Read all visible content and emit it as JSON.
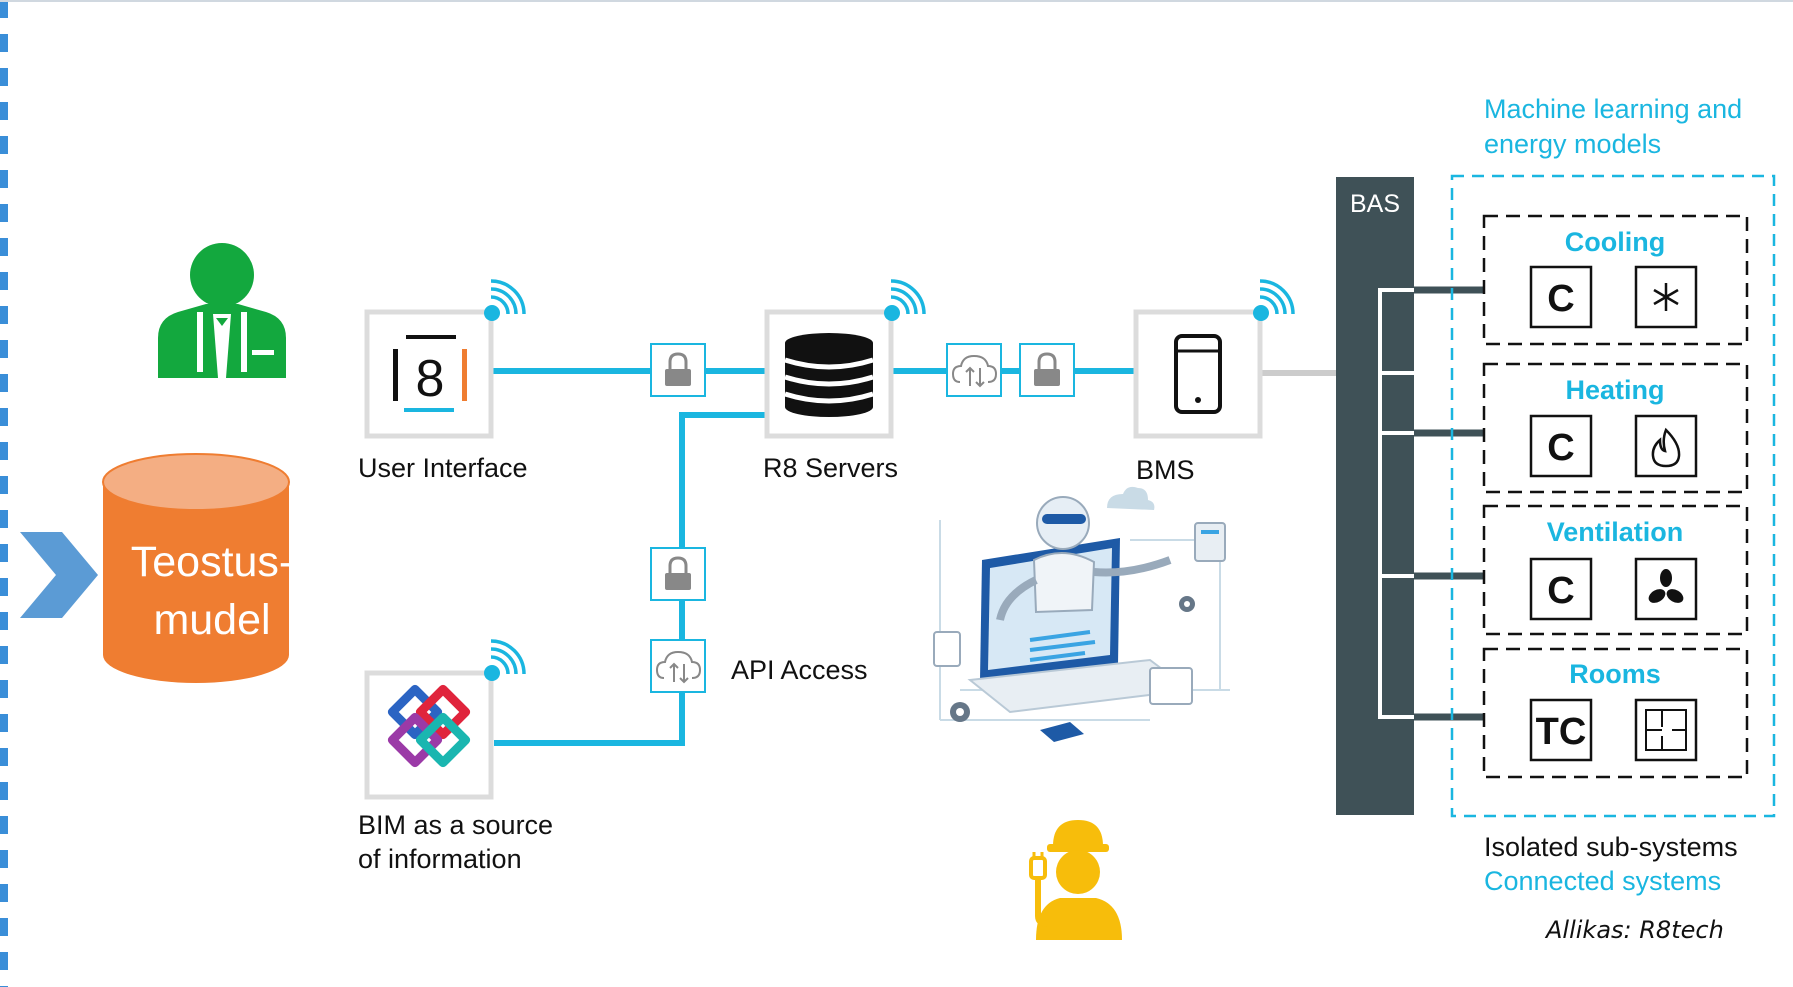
{
  "left": {
    "database": {
      "line1": "Teostus-",
      "line2": "mudel"
    }
  },
  "nodes": {
    "user_interface": {
      "label": "User Interface",
      "logo_text": "8"
    },
    "r8_servers": {
      "label": "R8 Servers"
    },
    "bms": {
      "label": "BMS"
    },
    "bim": {
      "label_line1": "BIM as a source",
      "label_line2": "of information"
    },
    "api": {
      "label": "API Access"
    }
  },
  "bas": {
    "label": "BAS"
  },
  "ml_header": {
    "line1": "Machine learning and",
    "line2": "energy models"
  },
  "subsystems": [
    {
      "title": "Cooling",
      "tile1": "C",
      "tile2_icon": "snowflake-icon"
    },
    {
      "title": "Heating",
      "tile1": "C",
      "tile2_icon": "flame-icon"
    },
    {
      "title": "Ventilation",
      "tile1": "C",
      "tile2_icon": "fan-icon"
    },
    {
      "title": "Rooms",
      "tile1": "TC",
      "tile2_icon": "floorplan-icon"
    }
  ],
  "legend": {
    "isolated": "Isolated sub-systems",
    "connected": "Connected systems"
  },
  "source": "Allikas: R8tech",
  "colors": {
    "cyan": "#1ab6e0",
    "bas_dark": "#3f5157",
    "orange": "#ef7d31",
    "green": "#13a83e",
    "yellow": "#f7bd0b",
    "arrow_blue": "#5b9bd5"
  }
}
